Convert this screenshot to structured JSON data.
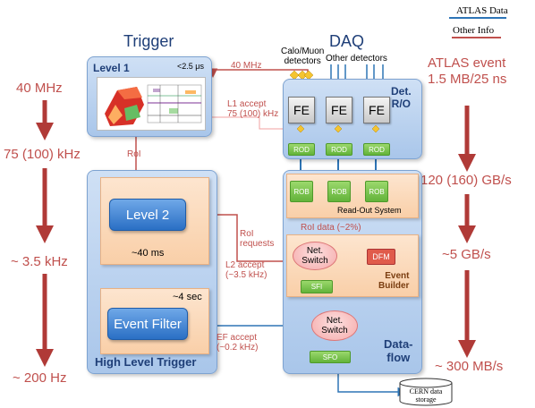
{
  "legend": {
    "data": "ATLAS Data",
    "other": "Other Info"
  },
  "headers": {
    "trigger": "Trigger",
    "daq": "DAQ"
  },
  "left_rates": [
    "40 MHz",
    "75 (100) kHz",
    "~ 3.5 kHz",
    "~ 200 Hz"
  ],
  "right": {
    "event_line1": "ATLAS event",
    "event_line2": "1.5 MB/25 ns",
    "rates": [
      "120 (160) GB/s",
      "~5 GB/s",
      "~ 300 MB/s"
    ]
  },
  "level1": {
    "title": "Level 1",
    "latency": "<2.5 μs",
    "rate": "40 MHz",
    "accept_line1": "L1 accept",
    "accept_line2": "75 (100) kHz",
    "roi": "RoI"
  },
  "detectors": {
    "calo_line1": "Calo/Muon",
    "calo_line2": "detectors",
    "other": "Other detectors"
  },
  "det_ro": {
    "line1": "Det.",
    "line2": "R/O",
    "fe": [
      "FE",
      "FE",
      "FE"
    ],
    "rod": [
      "ROD",
      "ROD",
      "ROD"
    ]
  },
  "ros": {
    "rob": [
      "ROB",
      "ROB",
      "ROB"
    ],
    "label": "Read-Out System"
  },
  "hlt": {
    "title": "High Level Trigger",
    "level2": "Level 2",
    "level2_time": "~40 ms",
    "ef": "Event Filter",
    "ef_time": "~4 sec"
  },
  "eb": {
    "roi_data": "RoI data (~2%)",
    "roi_req_line1": "RoI",
    "roi_req_line2": "requests",
    "l2_line1": "L2 accept",
    "l2_line2": "(~3.5 kHz)",
    "switch_line1": "Net.",
    "switch_line2": "Switch",
    "dfm": "DFM",
    "sfi": "SFI",
    "label_line1": "Event",
    "label_line2": "Builder"
  },
  "dataflow": {
    "ef_line1": "EF accept",
    "ef_line2": "(~0.2 kHz)",
    "switch_line1": "Net.",
    "switch_line2": "Switch",
    "sfo": "SFO",
    "label_line1": "Data-",
    "label_line2": "flow"
  },
  "storage": {
    "line1": "CERN data",
    "line2": "storage"
  },
  "colors": {
    "data_arrow": "#2e75b6",
    "info_arrow": "#c0504d",
    "rate_arrow": "#b03a37"
  }
}
